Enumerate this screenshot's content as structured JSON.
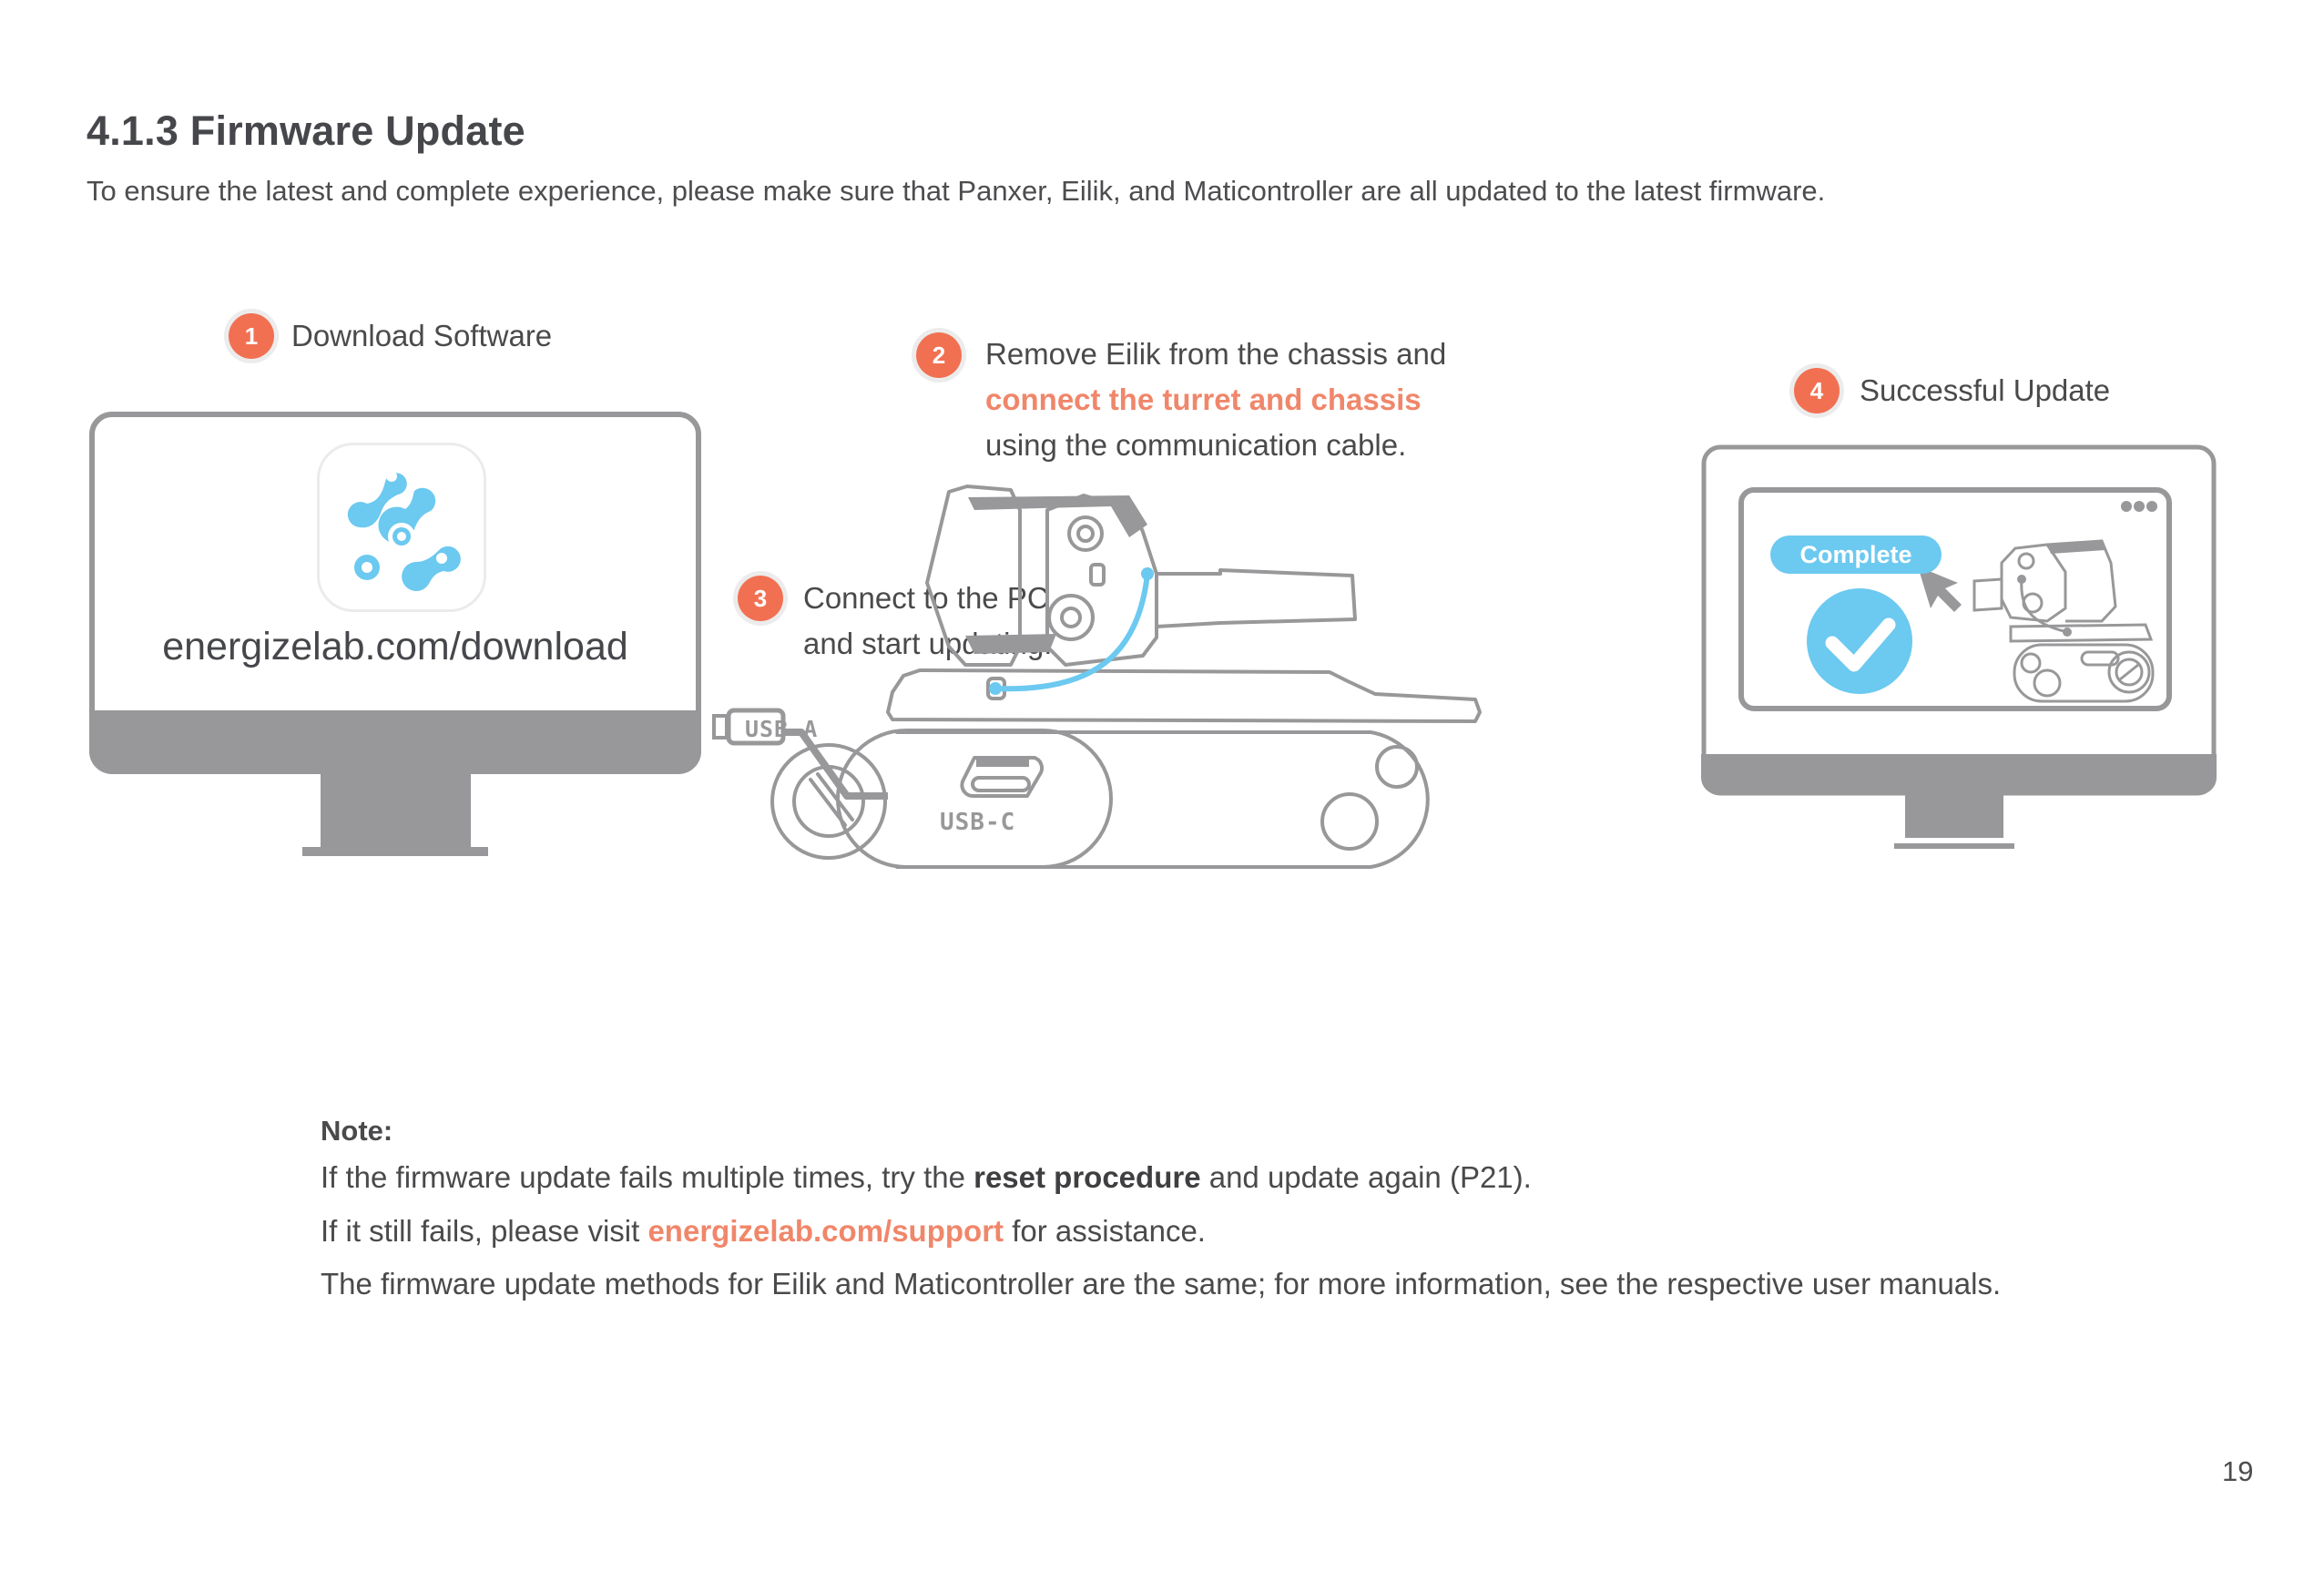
{
  "section": {
    "title": "4.1.3 Firmware Update",
    "intro": "To ensure the latest and complete experience, please make sure that Panxer, Eilik, and Maticontroller are all updated to the latest firmware."
  },
  "steps": [
    {
      "number": "1",
      "label": "Download Software"
    },
    {
      "number": "2",
      "line1": "Remove Eilik from the chassis and",
      "highlight": "connect the turret and chassis",
      "line3": "using the communication cable."
    },
    {
      "number": "3",
      "line1": "Connect to the PC",
      "line2": "and start updating."
    },
    {
      "number": "4",
      "label": "Successful Update"
    }
  ],
  "monitor1": {
    "app_icon": "energize-lab-app-icon",
    "url": "energizelab.com/download"
  },
  "diagram": {
    "usb_a_label": "USB-A",
    "usb_c_label": "USB-C"
  },
  "monitor2": {
    "status_pill": "Complete",
    "check_icon": "check-circle-icon",
    "menu_icon": "more-dots-icon"
  },
  "note": {
    "title": "Note:",
    "line1_pre": "If the firmware update fails multiple times, try the ",
    "line1_bold": "reset procedure",
    "line1_post": " and update again (P21).",
    "line2_pre": "If it still fails, please visit ",
    "line2_link": "energizelab.com/support",
    "line2_post": " for assistance.",
    "line3": "The firmware update methods for Eilik and Maticontroller are the same; for more information, see the respective user manuals."
  },
  "page_number": "19",
  "colors": {
    "badge": "#f27052",
    "accent_text": "#f0866a",
    "blue": "#6cc9f0",
    "gray": "#98989a"
  }
}
